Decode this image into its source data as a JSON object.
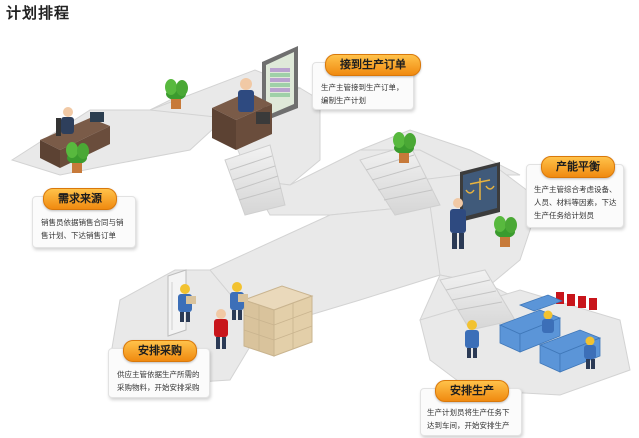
{
  "page_title": "计划排程",
  "steps": {
    "demand": {
      "title": "需求来源",
      "desc": [
        "销售员依据销售合同与销",
        "售计划、下达销售订单"
      ]
    },
    "order": {
      "title": "接到生产订单",
      "desc": [
        "生产主管接到生产订单，",
        "编制生产计划"
      ]
    },
    "capacity": {
      "title": "产能平衡",
      "desc": [
        "生产主管综合考虑设备、",
        "人员、材料等因素，下达",
        "生产任务给计划员"
      ]
    },
    "purchase": {
      "title": "安排采购",
      "desc": [
        "供应主管依据生产所需的",
        "采购物料，开始安排采购"
      ]
    },
    "production": {
      "title": "安排生产",
      "desc": [
        "生产计划员将生产任务下",
        "达到车间，开始安排生产"
      ]
    }
  },
  "colors": {
    "badge_orange": "#f59a1b",
    "floor": "#e9e9e9",
    "worker_blue": "#3c6fb8",
    "helmet_yellow": "#f2c230",
    "machine_blue": "#5b95d8",
    "flag_red": "#c8151b"
  }
}
